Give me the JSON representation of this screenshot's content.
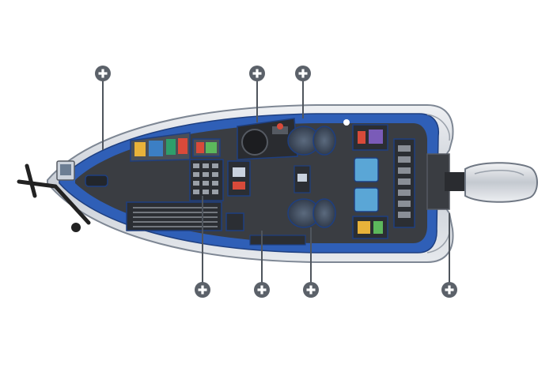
{
  "boat": {
    "hull_color": "#d9dde3",
    "gunwale_color": "#8c95a3",
    "deck_color": "#3a3d42",
    "trim_color": "#2f5fb7",
    "motor_color": "#cfd3d9"
  },
  "hotspots": [
    {
      "name": "hotspot-bow-deck",
      "icon": "plus-icon"
    },
    {
      "name": "hotspot-console",
      "icon": "plus-icon"
    },
    {
      "name": "hotspot-windshield",
      "icon": "plus-icon"
    },
    {
      "name": "hotspot-rod-locker",
      "icon": "plus-icon"
    },
    {
      "name": "hotspot-storage",
      "icon": "plus-icon"
    },
    {
      "name": "hotspot-seating",
      "icon": "plus-icon"
    },
    {
      "name": "hotspot-outboard-motor",
      "icon": "plus-icon"
    }
  ]
}
